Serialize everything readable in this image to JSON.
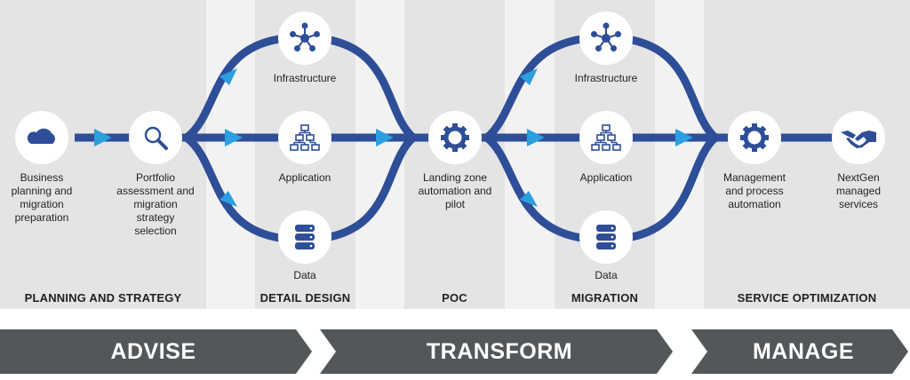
{
  "colors": {
    "band_dark": "#e4e4e5",
    "band_light": "#f2f2f3",
    "flow_blue": "#2e4e98",
    "arrow_cyan": "#2b9fe0",
    "chevron_gray": "#54575a",
    "text": "#231f20"
  },
  "nodes": {
    "business": {
      "label": "Business\nplanning and\nmigration\npreparation",
      "icon": "cloud-icon"
    },
    "portfolio": {
      "label": "Portfolio\nassessment and\nmigration\nstrategy\nselection",
      "icon": "magnifier-icon"
    },
    "dd_infra": {
      "label": "Infrastructure",
      "icon": "network-hub-icon"
    },
    "dd_app": {
      "label": "Application",
      "icon": "hierarchy-icon"
    },
    "dd_data": {
      "label": "Data",
      "icon": "database-icon"
    },
    "landing": {
      "label": "Landing zone\nautomation and\npilot",
      "icon": "gear-icon"
    },
    "mig_infra": {
      "label": "Infrastructure",
      "icon": "network-hub-icon"
    },
    "mig_app": {
      "label": "Application",
      "icon": "hierarchy-icon"
    },
    "mig_data": {
      "label": "Data",
      "icon": "database-icon"
    },
    "management": {
      "label": "Management\nand process\nautomation",
      "icon": "gear-icon"
    },
    "nextgen": {
      "label": "NextGen\nmanaged\nservices",
      "icon": "handshake-icon"
    }
  },
  "phases": {
    "planning": "PLANNING AND STRATEGY",
    "detail": "DETAIL DESIGN",
    "poc": "POC",
    "migration": "MIGRATION",
    "service": "SERVICE OPTIMIZATION"
  },
  "stages": {
    "advise": "ADVISE",
    "transform": "TRANSFORM",
    "manage": "MANAGE"
  }
}
